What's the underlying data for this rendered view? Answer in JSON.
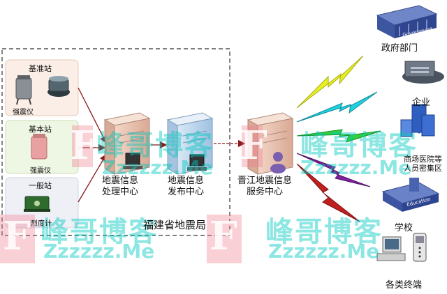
{
  "diagram": {
    "region_title": "福建省地震局",
    "stations": [
      {
        "name": "基准站",
        "device": "强震仪"
      },
      {
        "name": "基本站",
        "device": "强震仪"
      },
      {
        "name": "一般站",
        "device": "烈度计"
      }
    ],
    "processing_center": "地震信息\n处理中心",
    "publishing_center": "地震信息\n发布中心",
    "service_center": "晋江地震信息\n服务中心",
    "recipients": [
      {
        "label": "政府部门",
        "sign": "Government"
      },
      {
        "label": "企业",
        "sign": ""
      },
      {
        "label": "商场医院等\n人员密集区",
        "sign": ""
      },
      {
        "label": "学校",
        "sign": "Education"
      },
      {
        "label": "各类终端",
        "sign": ""
      }
    ],
    "colors": {
      "arrow": "#8b1a1a",
      "bolt_yellow": "#e8f020",
      "bolt_cyan": "#20d0e0",
      "bolt_green": "#30d040",
      "bolt_purple": "#8020a0",
      "bolt_red": "#c02020"
    }
  },
  "watermark": {
    "cn": "峰哥博客",
    "en": "Zzzzzz.Me",
    "letter": "F"
  }
}
